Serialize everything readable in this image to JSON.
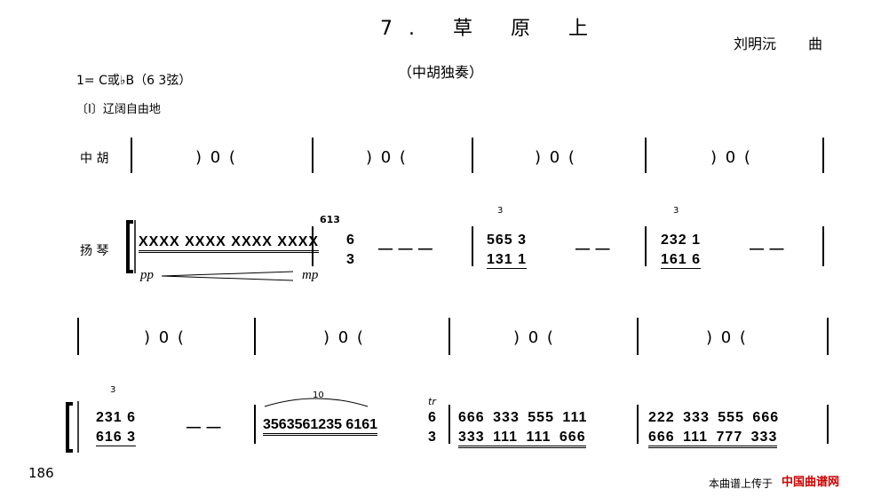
{
  "header": {
    "title": "7. 草 原 上",
    "composer": "刘明沅",
    "composer_role": "曲",
    "subtitle": "（中胡独奏）"
  },
  "key_signature": "1= C或♭B（6 3弦）",
  "section_mark": "〔Ⅰ〕辽阔自由地",
  "instruments": {
    "zhonghu": "中 胡",
    "yangqin": "扬 琴"
  },
  "system1": {
    "zhonghu_rests": [
      ") 0 (",
      ") 0 (",
      ") 0 (",
      ") 0 ("
    ],
    "yangqin": {
      "m1": "XXXX XXXX XXXX XXXX",
      "m2_grace": "613",
      "m2_top": "6",
      "m2_bottom": "3",
      "m2_dash": "— — —",
      "m3_top": "565  3",
      "m3_bottom": "131  1",
      "m3_dash": "— —",
      "m3_tuplet": "3",
      "m4_top": "232  1",
      "m4_bottom": "161  6",
      "m4_dash": "— —",
      "m4_tuplet": "3"
    },
    "dynamic_start": "pp",
    "dynamic_end": "mp"
  },
  "system2": {
    "zhonghu_rests": [
      ") 0 (",
      ") 0 (",
      ") 0 (",
      ") 0 ("
    ],
    "yangqin": {
      "m1_top": "231  6",
      "m1_bottom": "616  3",
      "m1_dash": "— —",
      "m1_tuplet": "3",
      "m2_run": "3563561235 6161",
      "m2_top": "6",
      "m2_bottom": "3",
      "m2_tuplet": "10",
      "m2_ornament": "tr",
      "m3_top": "666  333  555  111",
      "m3_bottom": "333  111  111  666",
      "m4_top": "222  333  555  666",
      "m4_bottom": "666  111  777  333"
    }
  },
  "page_number": "186",
  "footer": {
    "text": "本曲谱上传于",
    "site": "中国曲谱网"
  }
}
